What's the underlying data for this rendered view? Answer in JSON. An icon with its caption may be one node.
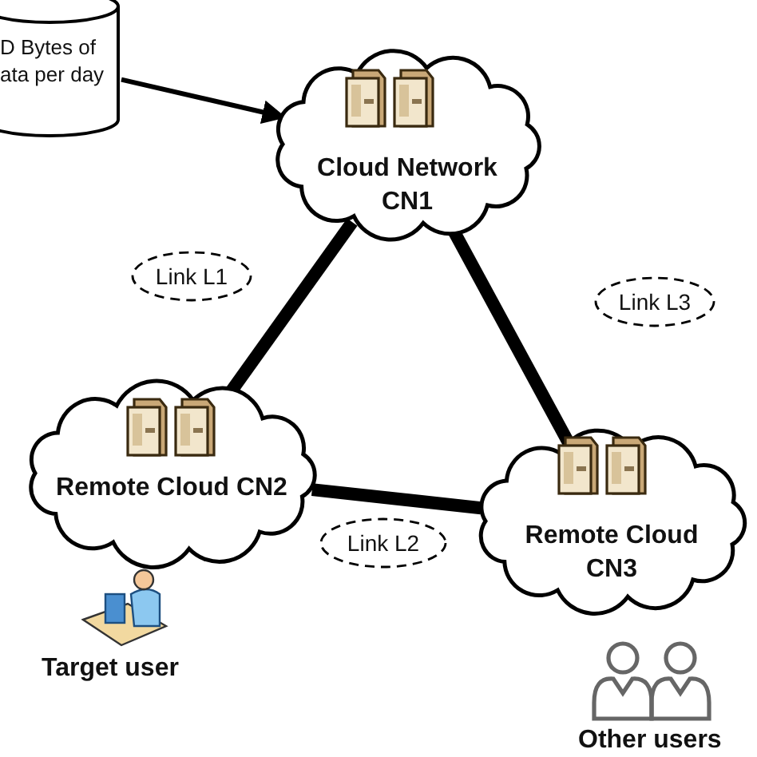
{
  "diagram": {
    "nodes": [
      {
        "text": [
          "D Bytes of ata per day"
        ]
      },
      {
        "text": [
          "Cloud Network CN1"
        ]
      },
      {
        "text": [
          "Remote Cloud CN2"
        ]
      },
      {
        "text": [
          "Remote Cloud CN3"
        ]
      },
      {
        "text": [
          "Link L1"
        ]
      },
      {
        "text": [
          "Link L3"
        ]
      },
      {
        "text": [
          "Link L2"
        ]
      }
    ],
    "edges": [
      {
        "from": 0,
        "to": 1,
        "arrow": "to"
      },
      {
        "from": 1,
        "to": 2,
        "arrow": "none"
      },
      {
        "from": 2,
        "to": 3,
        "arrow": "none"
      },
      {
        "from": 1,
        "to": 3,
        "arrow": "none"
      }
    ],
    "labels": [
      "Target user",
      "Other users"
    ]
  }
}
